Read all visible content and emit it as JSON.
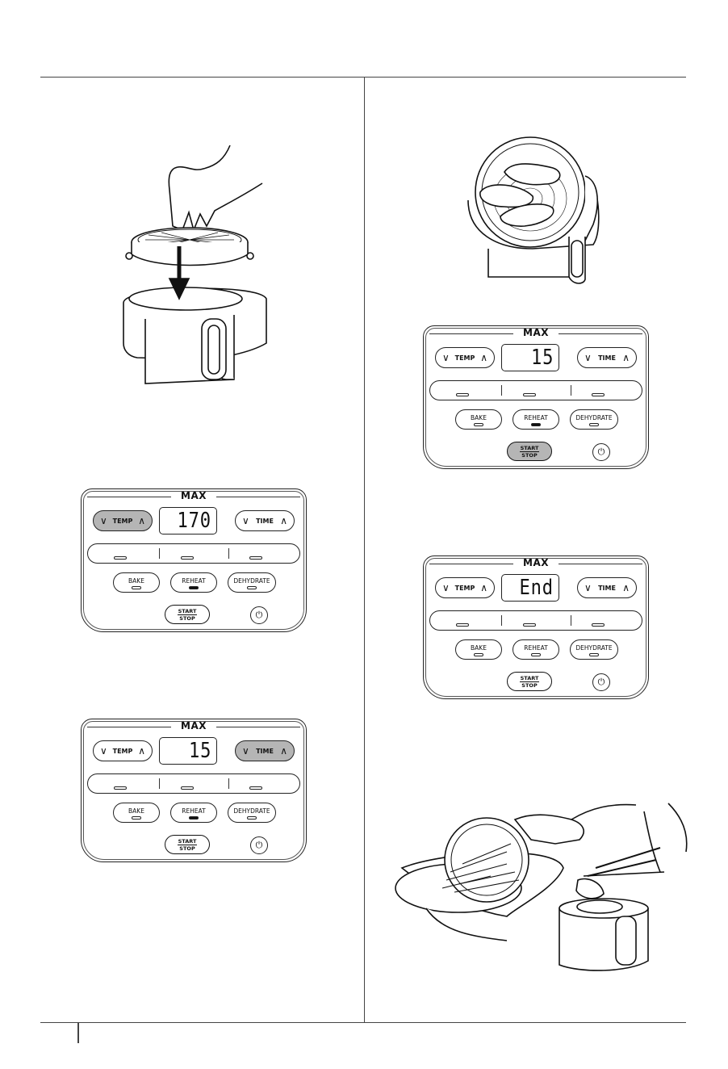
{
  "panel_labels": {
    "brand": "MAX",
    "temp": "TEMP",
    "time": "TIME",
    "bake": "BAKE",
    "reheat": "REHEAT",
    "dehydrate": "DEHYDRATE",
    "start": "START",
    "stop": "STOP",
    "power_icon": "⏻",
    "chevron_down": "∨",
    "chevron_up": "∧"
  },
  "panels": [
    {
      "id": "p1",
      "display": "170",
      "active_pill": "temp",
      "start_active": false,
      "reheat_led_on": true
    },
    {
      "id": "p2",
      "display": "15",
      "active_pill": "time",
      "start_active": false,
      "reheat_led_on": true
    },
    {
      "id": "p3",
      "display": "15",
      "active_pill": "",
      "start_active": true,
      "reheat_led_on": true
    },
    {
      "id": "p4",
      "display": "End",
      "active_pill": "",
      "start_active": false,
      "reheat_led_on": false
    }
  ],
  "illustrations": {
    "crisper_plate": "crisper-plate-insert-illustration",
    "food_in_basket": "food-in-basket-illustration",
    "removing_food": "removing-food-illustration"
  },
  "colors": {
    "line": "#222222",
    "highlight": "#b5b5b5"
  }
}
